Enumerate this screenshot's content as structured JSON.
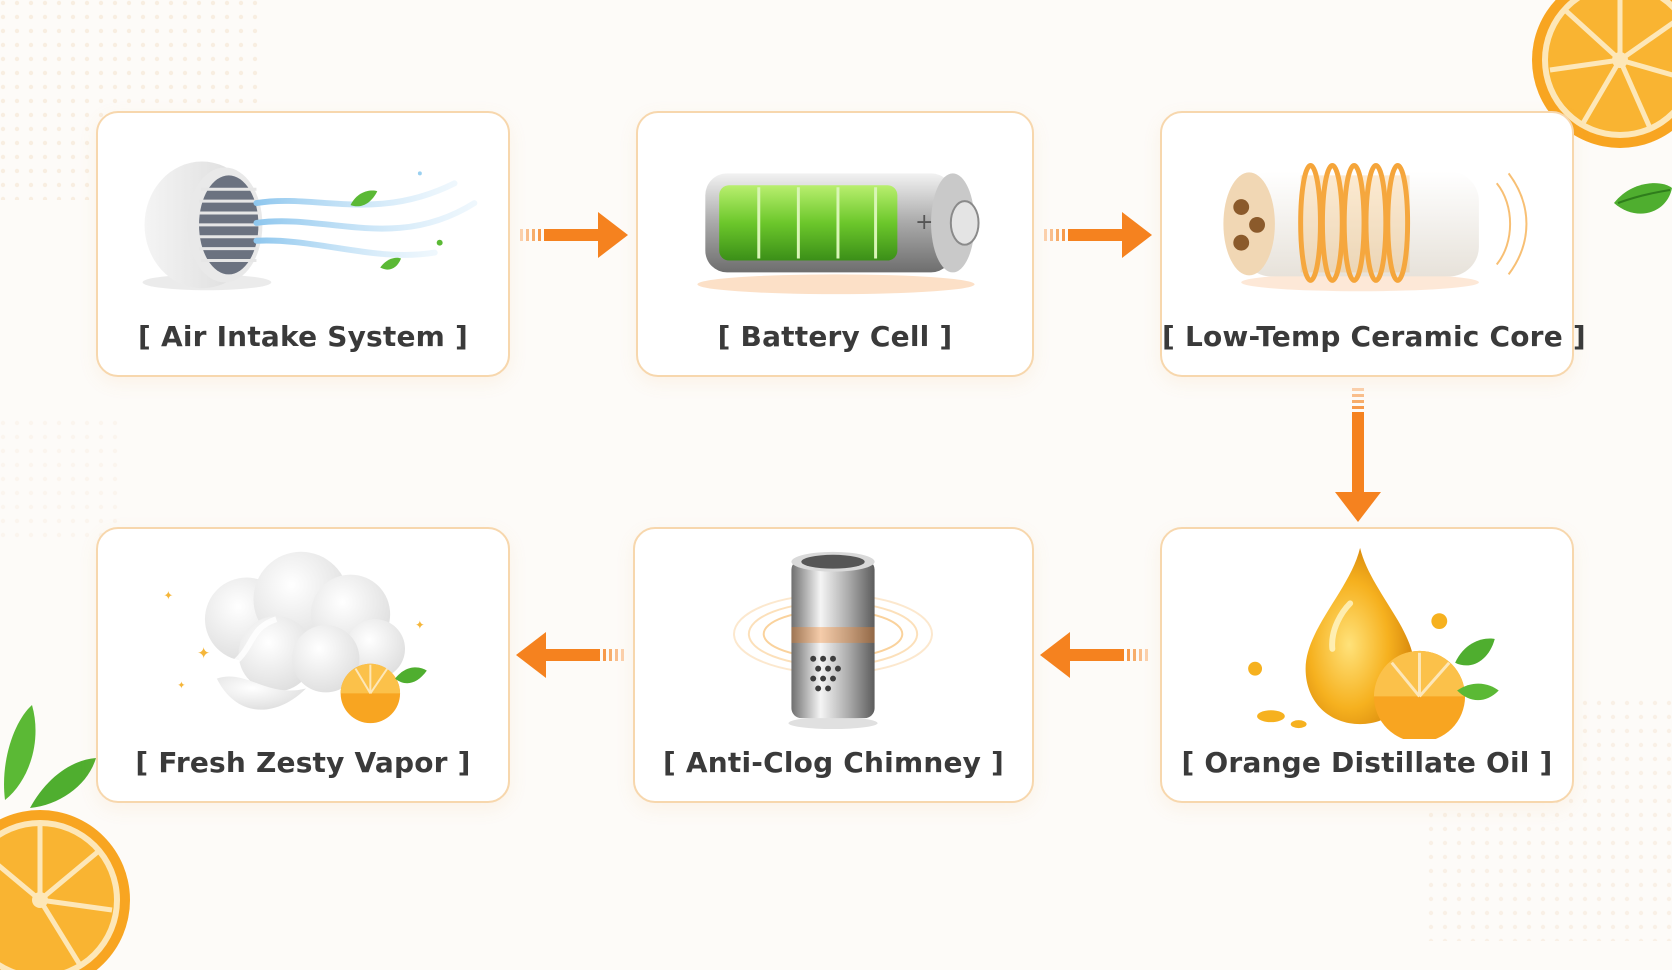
{
  "steps": [
    {
      "label": "[ Air Intake System ]",
      "icon": "air-intake-icon"
    },
    {
      "label": "[ Battery Cell ]",
      "icon": "battery-icon"
    },
    {
      "label": "[ Low-Temp Ceramic Core ]",
      "icon": "ceramic-core-icon"
    },
    {
      "label": "[ Orange Distillate Oil ]",
      "icon": "oil-drop-icon"
    },
    {
      "label": "[ Anti-Clog Chimney ]",
      "icon": "chimney-icon"
    },
    {
      "label": "[ Fresh Zesty Vapor ]",
      "icon": "vapor-cloud-icon"
    }
  ],
  "colors": {
    "accent": "#f5821f",
    "card_border": "#f7d7ad",
    "text": "#3a3a3a",
    "battery_green": "#6cc72b",
    "orange_fruit": "#f8a521"
  }
}
